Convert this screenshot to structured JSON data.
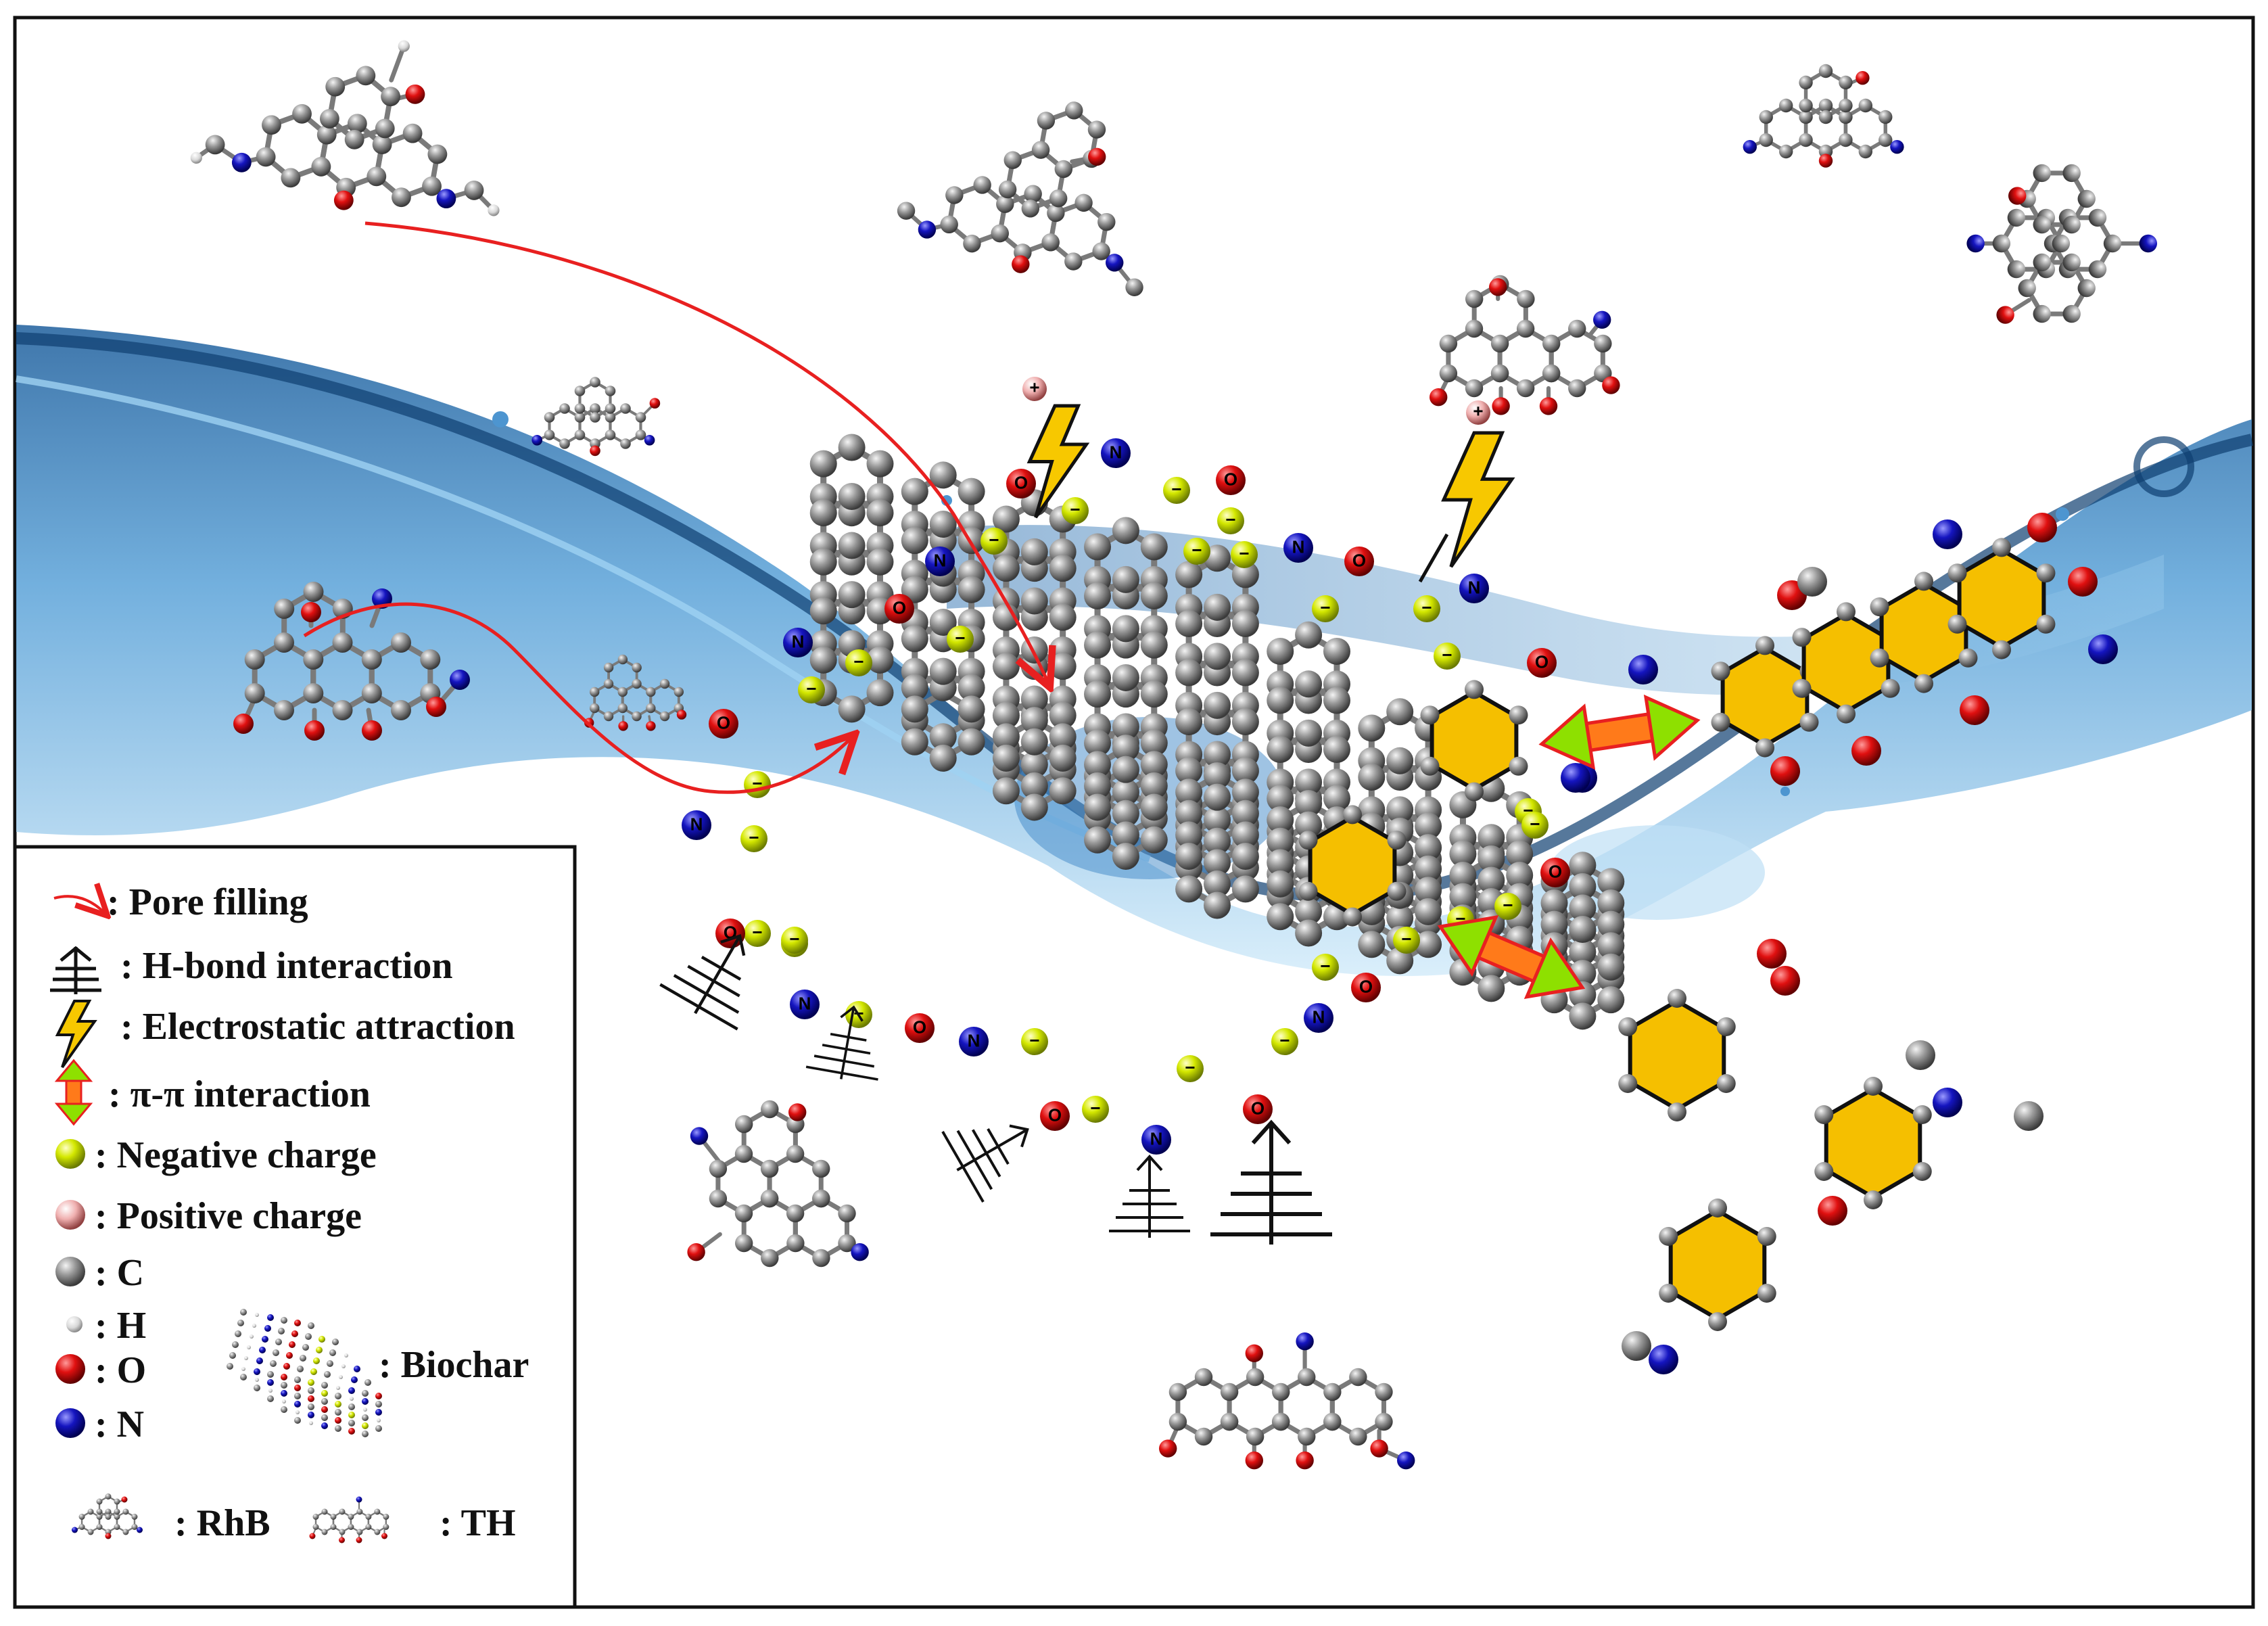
{
  "legend": {
    "items": [
      {
        "icon": "pore-filling-arrow-icon",
        "label": ": Pore filling"
      },
      {
        "icon": "h-bond-icon",
        "label": ": H-bond interaction"
      },
      {
        "icon": "lightning-icon",
        "label": ": Electrostatic attraction"
      },
      {
        "icon": "pi-pi-double-arrow-icon",
        "label": ":  π-π interaction"
      },
      {
        "icon": "negative-charge-sphere-icon",
        "label": ": Negative charge"
      },
      {
        "icon": "positive-charge-sphere-icon",
        "label": ": Positive charge"
      },
      {
        "icon": "carbon-atom-icon",
        "label": ": C"
      },
      {
        "icon": "hydrogen-atom-icon",
        "label": ": H"
      },
      {
        "icon": "oxygen-atom-icon",
        "label": ": O"
      },
      {
        "icon": "nitrogen-atom-icon",
        "label": ": N"
      }
    ],
    "biochar_label": ": Biochar",
    "rhb_label": ": RhB",
    "th_label": ": TH"
  },
  "atom_labels": {
    "oxygen": "O",
    "nitrogen": "N",
    "negative": "−",
    "positive": "+"
  },
  "colors": {
    "carbon": "#8a8a8a",
    "oxygen": "#d01010",
    "nitrogen": "#1010b0",
    "negative": "#c8e000",
    "hexagon": "#f5bf00",
    "arrow": "#ff7a1a",
    "arrow_tip": "#8ee000",
    "pore_arrow": "#e82020",
    "water": "#3a7fc0"
  }
}
